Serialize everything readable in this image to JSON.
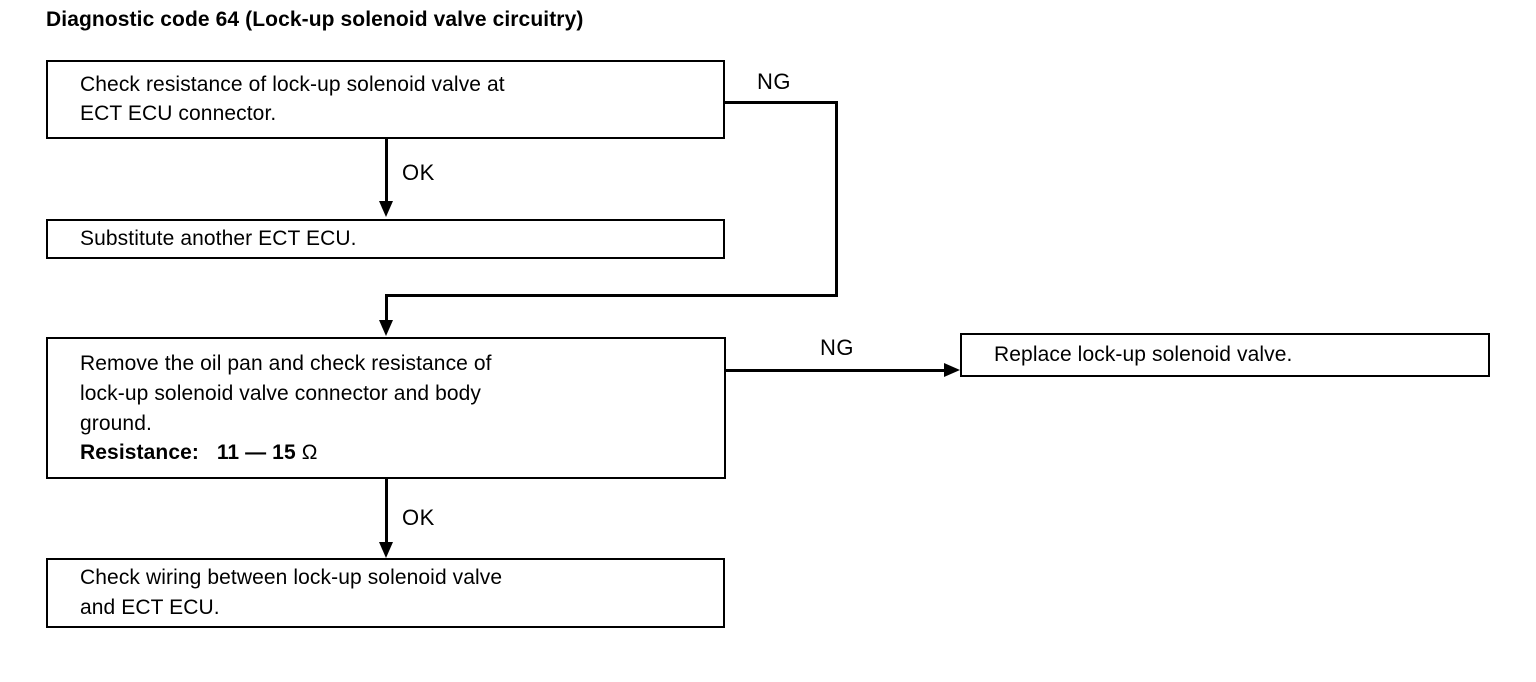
{
  "diagram": {
    "title": "Diagnostic code 64 (Lock-up solenoid valve circuitry)",
    "type": "flowchart",
    "nodes": [
      {
        "id": "check-resistance-ect-ecu",
        "text": "Check resistance of lock-up solenoid valve at\nECT ECU connector."
      },
      {
        "id": "substitute-ect-ecu",
        "text": "Substitute another ECT ECU."
      },
      {
        "id": "remove-oil-pan",
        "text": "Remove the oil pan and check resistance of\nlock-up solenoid valve connector and body\nground.",
        "spec_label": "Resistance:",
        "spec_value": "11 — 15",
        "spec_unit": "Ω"
      },
      {
        "id": "replace-solenoid-valve",
        "text": "Replace lock-up solenoid valve."
      },
      {
        "id": "check-wiring",
        "text": "Check wiring between lock-up solenoid valve\nand ECT ECU."
      }
    ],
    "edges": [
      {
        "id": "edge-ok-1",
        "label": "OK",
        "from": "check-resistance-ect-ecu",
        "to": "substitute-ect-ecu"
      },
      {
        "id": "edge-ng-1",
        "label": "NG",
        "from": "check-resistance-ect-ecu",
        "to": "remove-oil-pan"
      },
      {
        "id": "edge-ng-2",
        "label": "NG",
        "from": "remove-oil-pan",
        "to": "replace-solenoid-valve"
      },
      {
        "id": "edge-ok-2",
        "label": "OK",
        "from": "remove-oil-pan",
        "to": "check-wiring"
      }
    ],
    "colors": {
      "stroke": "#000000",
      "background": "#ffffff",
      "text": "#000000"
    }
  }
}
